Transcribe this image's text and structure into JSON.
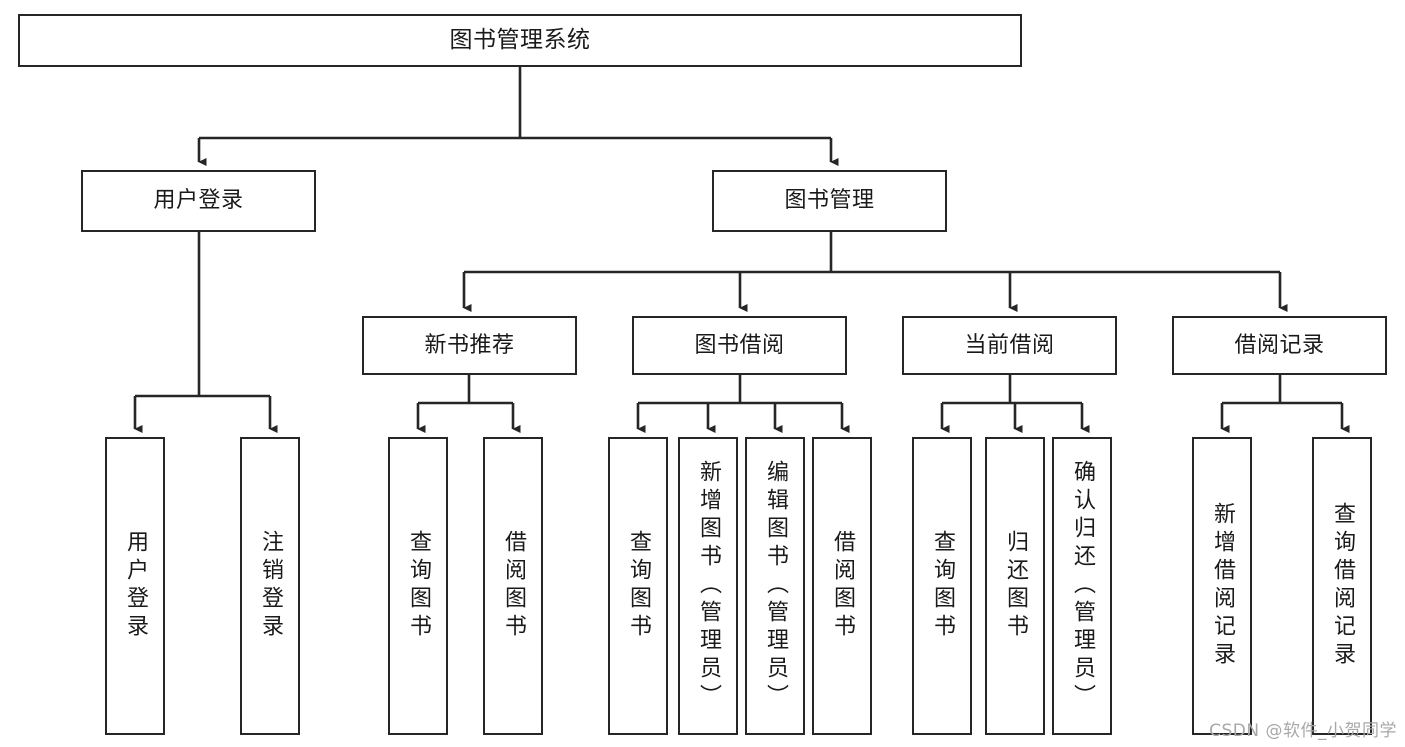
{
  "diagram": {
    "title": "图书管理系统",
    "watermark": "CSDN @软件_小贺同学",
    "line_color": "#262626",
    "text_color": "#1a1a1a",
    "background": "#ffffff",
    "root": {
      "label": "图书管理系统"
    },
    "level2": [
      {
        "label": "用户登录"
      },
      {
        "label": "图书管理"
      }
    ],
    "level3": [
      {
        "label": "新书推荐"
      },
      {
        "label": "图书借阅"
      },
      {
        "label": "当前借阅"
      },
      {
        "label": "借阅记录"
      }
    ],
    "leaves": {
      "user_login": [
        {
          "label": "用户登录"
        },
        {
          "label": "注销登录"
        }
      ],
      "new_book_recommend": [
        {
          "label": "查询图书"
        },
        {
          "label": "借阅图书"
        }
      ],
      "book_borrow": [
        {
          "label": "查询图书"
        },
        {
          "label": "新增图书（管理员）"
        },
        {
          "label": "编辑图书（管理员）"
        },
        {
          "label": "借阅图书"
        }
      ],
      "current_borrow": [
        {
          "label": "查询图书"
        },
        {
          "label": "归还图书"
        },
        {
          "label": "确认归还（管理员）"
        }
      ],
      "borrow_record": [
        {
          "label": "新增借阅记录"
        },
        {
          "label": "查询借阅记录"
        }
      ]
    }
  }
}
